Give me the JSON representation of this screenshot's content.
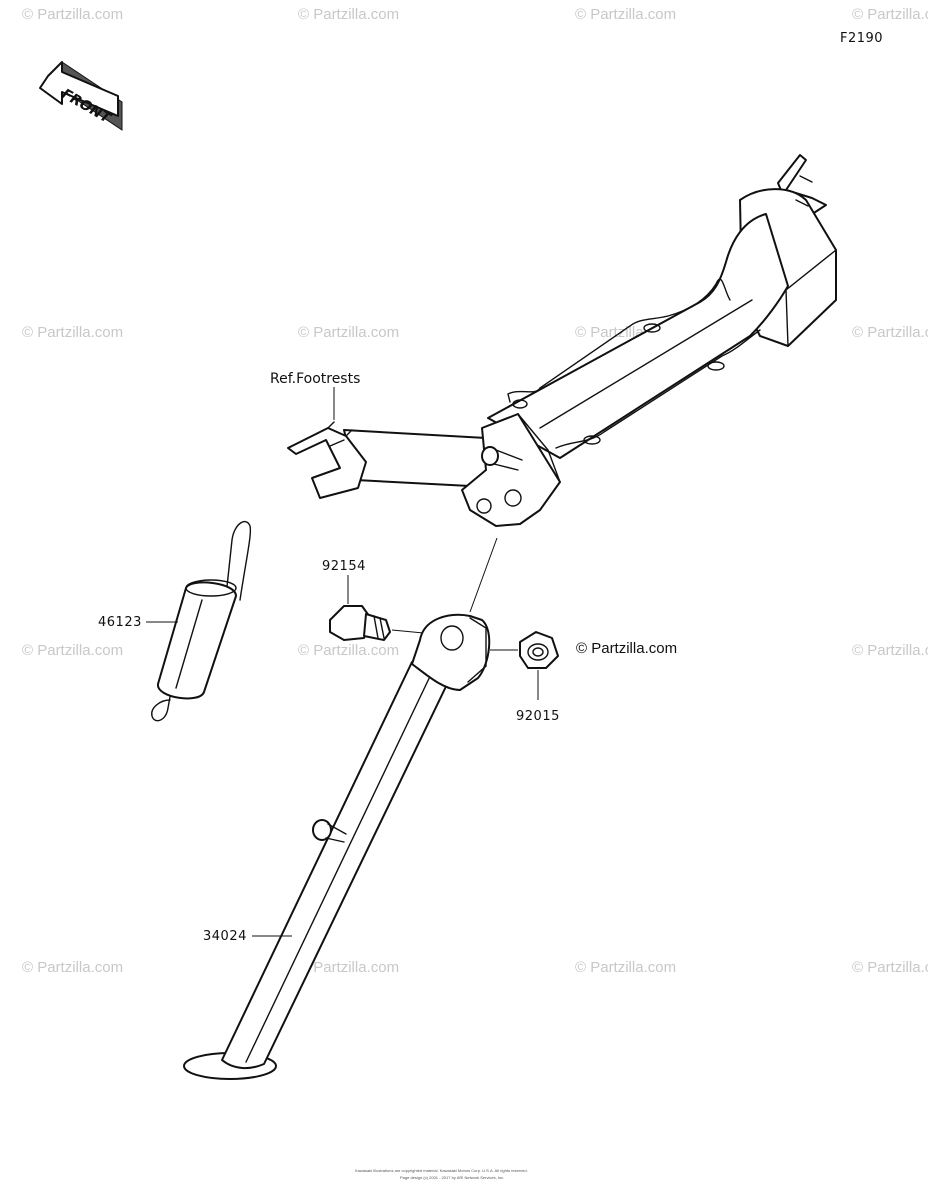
{
  "diagram_code": "F2190",
  "front_label": "FRONT",
  "reference_label": "Ref.Footrests",
  "watermark_text": "© Partzilla.com",
  "copyright_text": "© Partzilla.com",
  "parts": {
    "spring": "46123",
    "bolt": "92154",
    "nut": "92015",
    "side_stand": "34024"
  },
  "footer_lines": [
    "Kawasaki Illustrations are copyrighted material. Kawasaki Motors Corp. U.S.A. All rights reserved.",
    "Page design (c) 2001 - 2017 by ARI Network Services, Inc."
  ]
}
